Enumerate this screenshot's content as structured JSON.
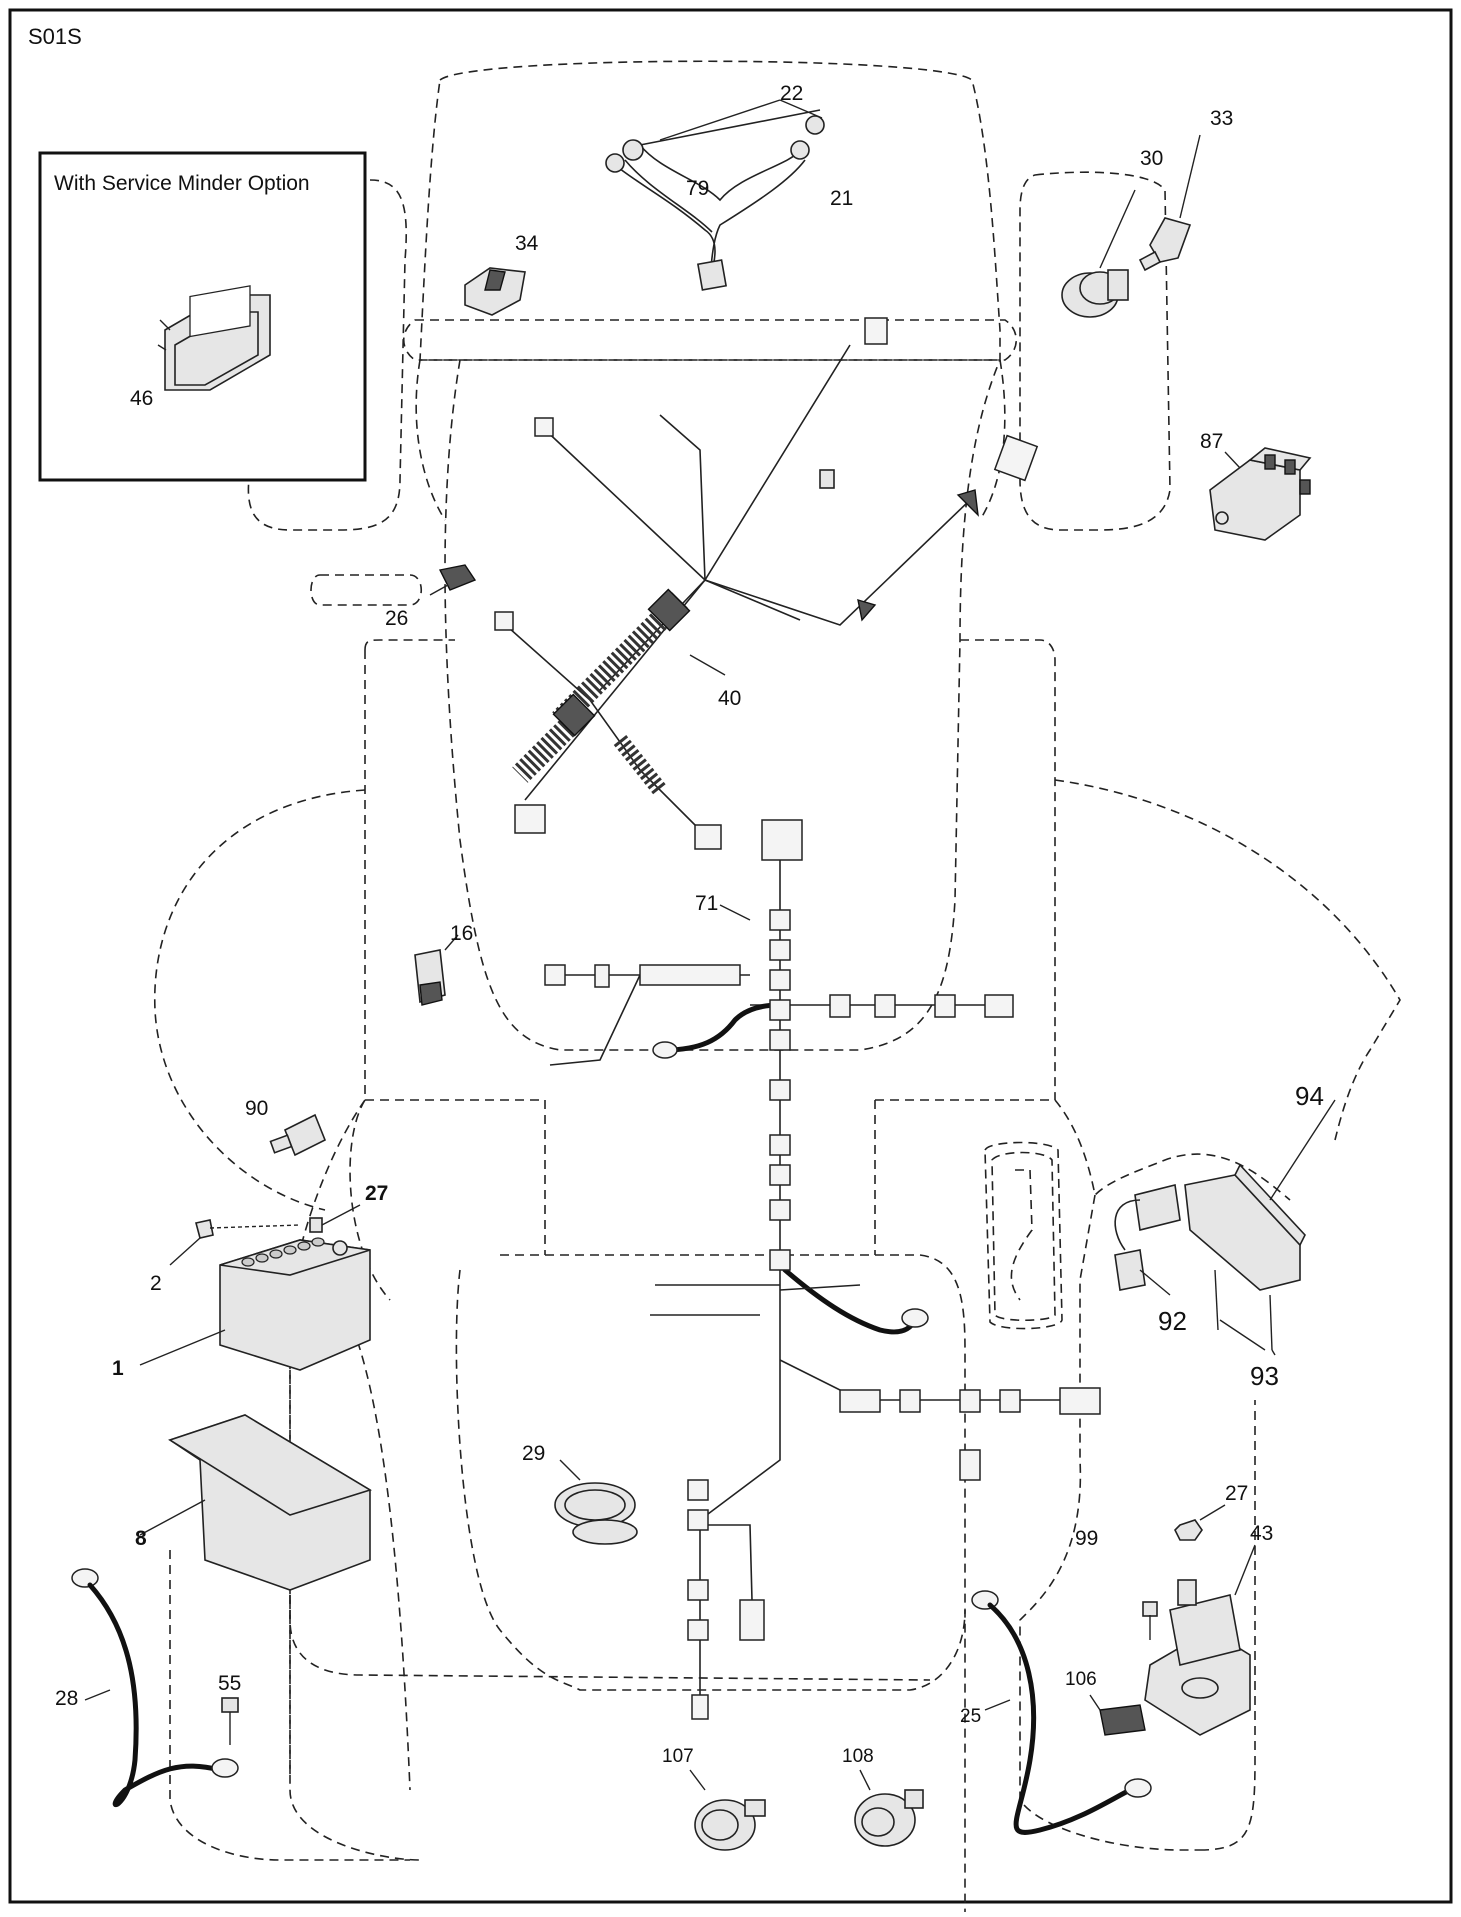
{
  "diagram_code": "S01S",
  "inset_caption": "With Service Minder Option",
  "callouts": [
    {
      "id": "46",
      "label": "46",
      "bold": false
    },
    {
      "id": "22",
      "label": "22",
      "bold": false
    },
    {
      "id": "79",
      "label": "79",
      "bold": false
    },
    {
      "id": "21",
      "label": "21",
      "bold": false
    },
    {
      "id": "34",
      "label": "34",
      "bold": false
    },
    {
      "id": "30",
      "label": "30",
      "bold": false
    },
    {
      "id": "33",
      "label": "33",
      "bold": false
    },
    {
      "id": "87",
      "label": "87",
      "bold": false
    },
    {
      "id": "26",
      "label": "26",
      "bold": false
    },
    {
      "id": "40",
      "label": "40",
      "bold": false
    },
    {
      "id": "71",
      "label": "71",
      "bold": false
    },
    {
      "id": "16",
      "label": "16",
      "bold": false
    },
    {
      "id": "90",
      "label": "90",
      "bold": false
    },
    {
      "id": "27a",
      "label": "27",
      "bold": true
    },
    {
      "id": "2",
      "label": "2",
      "bold": false
    },
    {
      "id": "1",
      "label": "1",
      "bold": true
    },
    {
      "id": "8",
      "label": "8",
      "bold": true
    },
    {
      "id": "28",
      "label": "28",
      "bold": false
    },
    {
      "id": "55",
      "label": "55",
      "bold": false
    },
    {
      "id": "29",
      "label": "29",
      "bold": false
    },
    {
      "id": "94",
      "label": "94",
      "bold": false
    },
    {
      "id": "92",
      "label": "92",
      "bold": false
    },
    {
      "id": "93",
      "label": "93",
      "bold": false
    },
    {
      "id": "27b",
      "label": "27",
      "bold": false
    },
    {
      "id": "43",
      "label": "43",
      "bold": false
    },
    {
      "id": "99",
      "label": "99",
      "bold": false
    },
    {
      "id": "106",
      "label": "106",
      "bold": false
    },
    {
      "id": "25",
      "label": "25",
      "bold": false
    },
    {
      "id": "107",
      "label": "107",
      "bold": false
    },
    {
      "id": "108",
      "label": "108",
      "bold": false
    }
  ]
}
